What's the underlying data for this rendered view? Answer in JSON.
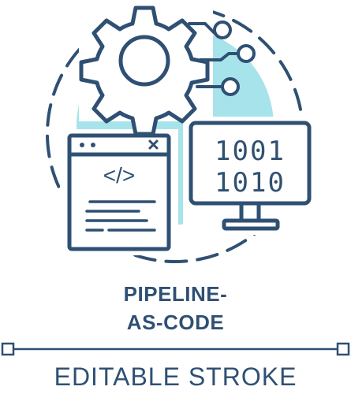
{
  "title": {
    "line1": "PIPELINE-",
    "line2": "AS-CODE"
  },
  "footer": {
    "label": "EDITABLE STROKE"
  },
  "icon": {
    "code_symbol": "</>",
    "binary_line1": "1001",
    "binary_line2": "1010"
  },
  "colors": {
    "stroke": "#2f5073",
    "accent": "#a7e3ea",
    "background": "#ffffff"
  }
}
